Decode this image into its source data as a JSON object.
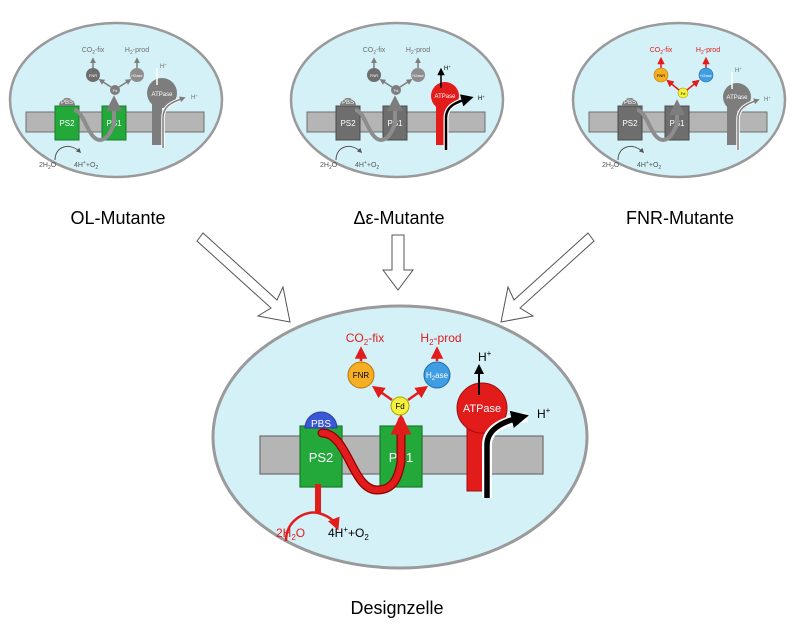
{
  "captions": {
    "ol": "OL-Mutante",
    "de": "Δε-Mutante",
    "fnr": "FNR-Mutante",
    "design": "Designzelle"
  },
  "labels": {
    "co2_fix_pre": "CO",
    "co2_fix_sub": "2",
    "co2_fix_post": "-fix",
    "h2_prod_pre": "H",
    "h2_prod_sub": "2",
    "h2_prod_post": "-prod",
    "fnr": "FNR",
    "fd": "Fd",
    "h2ase_pre": "H",
    "h2ase_sub": "2",
    "h2ase_post": "ase",
    "atpase": "ATPase",
    "h_plus": "H",
    "plus": "+",
    "pbs": "PBS",
    "ps2": "PS2",
    "ps1": "PS1",
    "water_pre": "2H",
    "water_sub": "2",
    "water_post": "O",
    "product_pre": "4H",
    "product_plus": "+",
    "product_mid": "+O",
    "product_sub": "2"
  },
  "colors": {
    "cell_fill": "#d5f1f8",
    "cell_stroke": "#9a9a9a",
    "membrane": "#b5b5b5",
    "grey_complex": "#7d7d7d",
    "green": "#22a93a",
    "red": "#e21b1b",
    "yellow": "#f5f23a",
    "orange": "#f6ae24",
    "blue": "#3f9de4",
    "pbs_blue": "#3a57d6",
    "black": "#000000"
  }
}
